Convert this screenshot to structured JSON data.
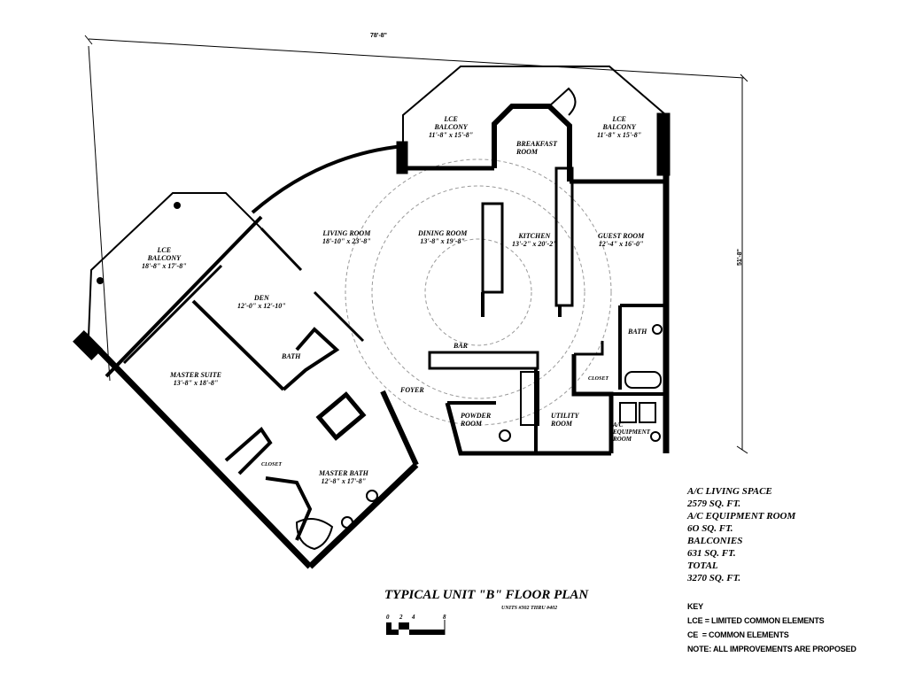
{
  "plan": {
    "title": "TYPICAL UNIT \"B\" FLOOR PLAN",
    "subtitle": "UNITS #302 THRU #402",
    "overall_width": "78'-8\"",
    "overall_depth": "51'-8\"",
    "scale_ticks": [
      "0",
      "2",
      "4",
      "8"
    ]
  },
  "rooms": {
    "lce_balcony_left": {
      "name1": "LCE",
      "name2": "BALCONY",
      "size": "18'-8\" x 17'-8\""
    },
    "lce_balcony_mid": {
      "name1": "LCE",
      "name2": "BALCONY",
      "size": "11'-8\" x 15'-8\""
    },
    "lce_balcony_right": {
      "name1": "LCE",
      "name2": "BALCONY",
      "size": "11'-8\" x 15'-8\""
    },
    "breakfast": {
      "name1": "BREAKFAST",
      "name2": "ROOM"
    },
    "living": {
      "name": "LIVING ROOM",
      "size": "18'-10\" x 23'-8\""
    },
    "dining": {
      "name": "DINING ROOM",
      "size": "13'-8\" x 19'-8\""
    },
    "kitchen": {
      "name": "KITCHEN",
      "size": "13'-2\" x 20'-2\""
    },
    "guest": {
      "name": "GUEST ROOM",
      "size": "12'-4\" x 16'-0\""
    },
    "den": {
      "name": "DEN",
      "size": "12'-0\" x 12'-10\""
    },
    "den_bath": {
      "name": "BATH"
    },
    "master_suite": {
      "name": "MASTER SUITE",
      "size": "13'-8\" x 18'-8\""
    },
    "master_bath": {
      "name": "MASTER BATH",
      "size": "12'-8\" x 17'-8\""
    },
    "master_closet": {
      "name": "CLOSET"
    },
    "foyer": {
      "name": "FOYER"
    },
    "bar": {
      "name": "BAR"
    },
    "powder": {
      "name1": "POWDER",
      "name2": "ROOM"
    },
    "utility": {
      "name1": "UTILITY",
      "name2": "ROOM"
    },
    "guest_bath": {
      "name": "BATH"
    },
    "guest_closet": {
      "name": "CLOSET"
    },
    "ac_room": {
      "name1": "A/C",
      "name2": "EQUIPMENT",
      "name3": "ROOM"
    }
  },
  "areas": [
    "A/C LIVING SPACE",
    "2579 SQ. FT.",
    "A/C EQUIPMENT ROOM",
    "6O SQ. FT.",
    "BALCONIES",
    "631 SQ. FT.",
    "TOTAL",
    "3270 SQ. FT."
  ],
  "key": {
    "heading": "KEY",
    "items": [
      "LCE = LIMITED COMMON ELEMENTS",
      "CE  = COMMON ELEMENTS",
      "NOTE: ALL IMPROVEMENTS ARE PROPOSED"
    ]
  }
}
